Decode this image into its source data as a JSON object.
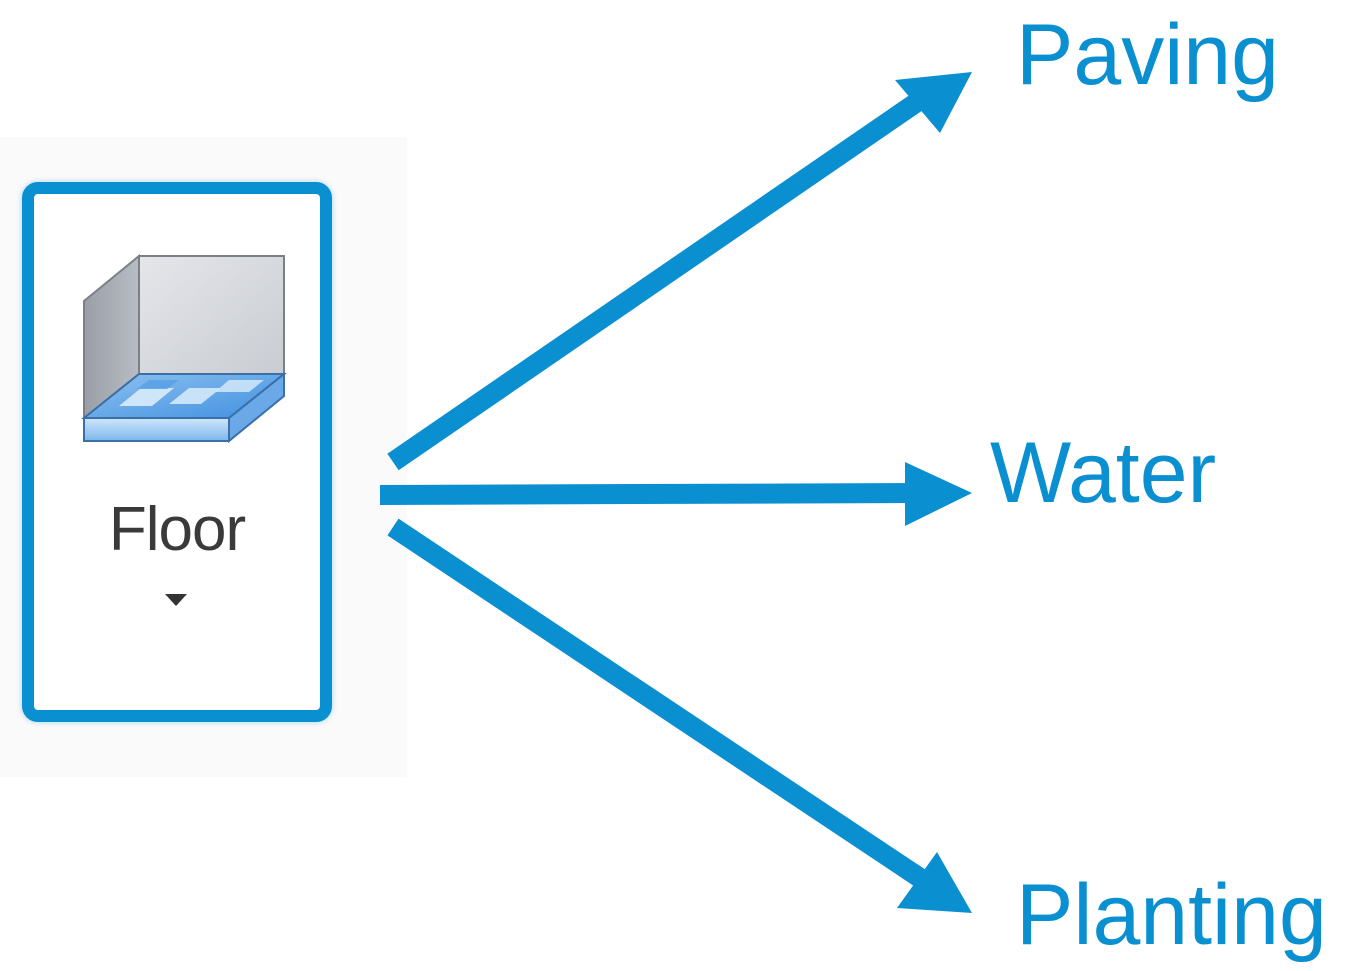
{
  "tool": {
    "label": "Floor",
    "icon": "floor-icon",
    "dropdown_icon": "dropdown-triangle-icon"
  },
  "options": {
    "paving": "Paving",
    "water": "Water",
    "planting": "Planting"
  },
  "colors": {
    "accent": "#0a8fd0",
    "label_text": "#3a3a3a"
  }
}
